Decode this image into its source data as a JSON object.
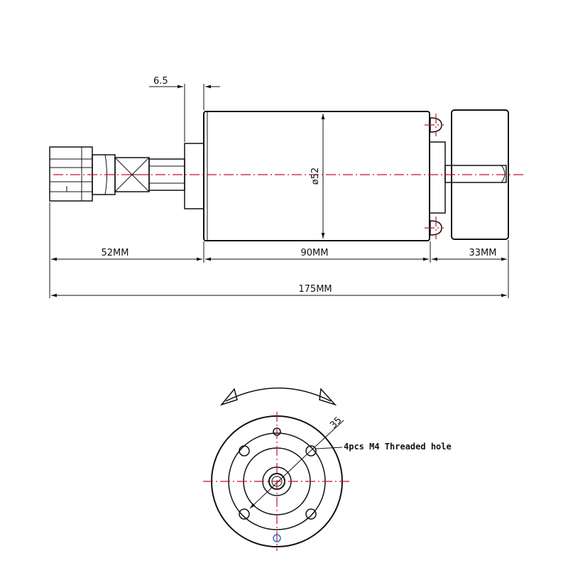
{
  "side_view": {
    "dim_shoulder": "6.5",
    "dim_body_diameter": "ø52",
    "dim_collet_length": "52MM",
    "dim_body_length": "90MM",
    "dim_rear_length": "33MM",
    "dim_total_length": "175MM"
  },
  "end_view": {
    "dim_bolt_circle": "35",
    "hole_note": "4pcs M4 Threaded hole"
  },
  "colors": {
    "line": "#111111",
    "centerline": "#c0152a",
    "hole_marker": "#2e6fd1"
  }
}
